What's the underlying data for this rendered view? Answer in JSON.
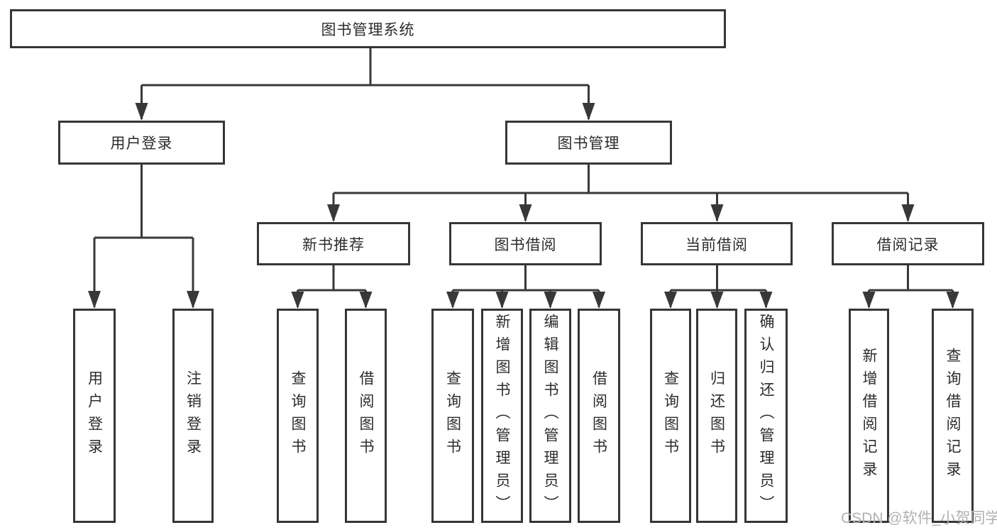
{
  "diagram": {
    "root": {
      "label": "图书管理系统"
    },
    "branches": [
      {
        "label": "用户登录",
        "children": [
          {
            "label": "用户登录"
          },
          {
            "label": "注销登录"
          }
        ]
      },
      {
        "label": "图书管理",
        "groups": [
          {
            "label": "新书推荐",
            "children": [
              {
                "label": "查询图书"
              },
              {
                "label": "借阅图书"
              }
            ]
          },
          {
            "label": "图书借阅",
            "children": [
              {
                "label": "查询图书"
              },
              {
                "label": "新增图书（管理员）"
              },
              {
                "label": "编辑图书（管理员）"
              },
              {
                "label": "借阅图书"
              }
            ]
          },
          {
            "label": "当前借阅",
            "children": [
              {
                "label": "查询图书"
              },
              {
                "label": "归还图书"
              },
              {
                "label": "确认归还（管理员）"
              }
            ]
          },
          {
            "label": "借阅记录",
            "children": [
              {
                "label": "新增借阅记录"
              },
              {
                "label": "查询借阅记录"
              }
            ]
          }
        ]
      }
    ]
  },
  "watermark": {
    "text": "CSDN @软件_小贺同学"
  },
  "colors": {
    "line": "#383838",
    "border": "#363636",
    "text": "#2c2c2c",
    "watermark": "#b1b1b1",
    "background": "#ffffff"
  }
}
